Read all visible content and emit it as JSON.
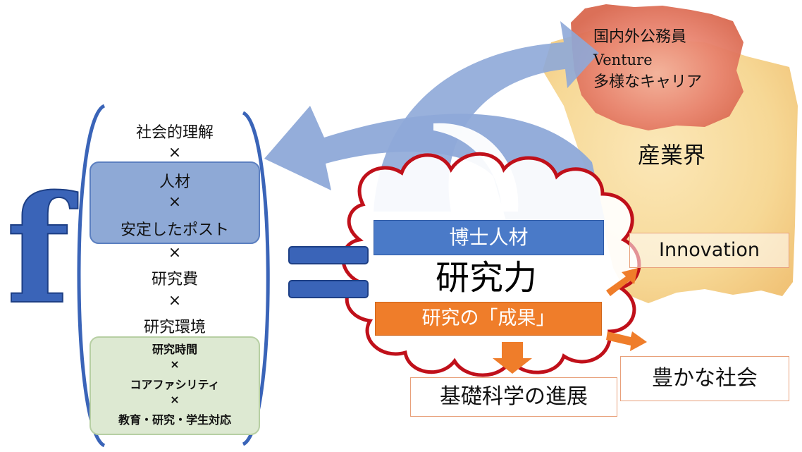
{
  "formula": {
    "function_symbol": "f",
    "items": [
      "社会的理解",
      "×",
      "人材",
      "×",
      "安定したポスト",
      "×",
      "研究費",
      "×",
      "研究環境"
    ],
    "environment_sub": [
      "研究時間",
      "×",
      "コアファシリティ",
      "×",
      "教育・研究・学生対応"
    ]
  },
  "center": {
    "doctoral_talent": "博士人材",
    "research_power": "研究力",
    "research_results": "研究の「成果」"
  },
  "outcomes": {
    "basic_science": "基礎科学の進展",
    "rich_society": "豊かな社会",
    "innovation": "Innovation",
    "industry": "産業界",
    "careers": [
      "国内外公務員",
      "Venture",
      "多様なキャリア"
    ]
  },
  "colors": {
    "bracket_blue": "#3a64b8",
    "arrow_blue": "#8ea9d8",
    "box_blue": "#4a7ac8",
    "box_orange": "#ef7d2a",
    "cloud_red": "#c0101a",
    "talent_box_bg": "#8ea9d6",
    "env_box_bg": "#dde9d2",
    "industry_yellow": "#f6d690",
    "career_orange": "#e8836e"
  }
}
